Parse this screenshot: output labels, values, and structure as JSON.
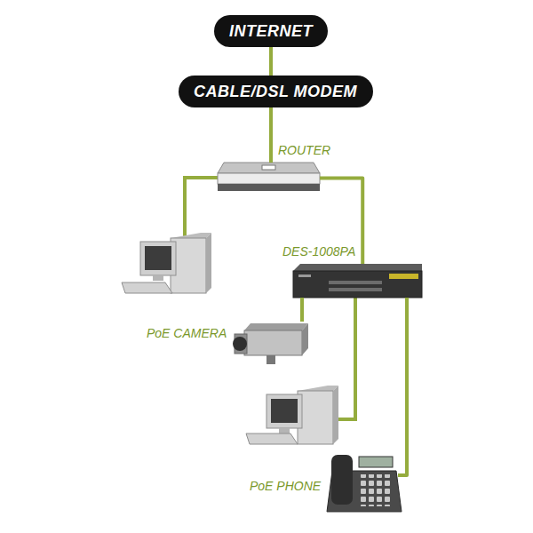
{
  "diagram": {
    "nodes": [
      {
        "text": [
          "INTERNET"
        ]
      },
      {
        "text": [
          "CABLE/DSL MODEM"
        ]
      },
      {
        "text": [
          "ROUTER"
        ]
      },
      {
        "text": [
          "DES-1008PA"
        ]
      },
      {
        "text": [
          "PoE CAMERA"
        ]
      },
      {
        "text": [
          "PoE PHONE"
        ]
      }
    ],
    "edges": [
      {
        "from": 0,
        "to": 1,
        "arrow": "none"
      },
      {
        "from": 1,
        "to": 2,
        "arrow": "none"
      },
      {
        "from": 2,
        "to": 3,
        "arrow": "none"
      },
      {
        "from": 3,
        "to": 4,
        "arrow": "none"
      },
      {
        "from": 3,
        "to": 5,
        "arrow": "none"
      }
    ]
  }
}
